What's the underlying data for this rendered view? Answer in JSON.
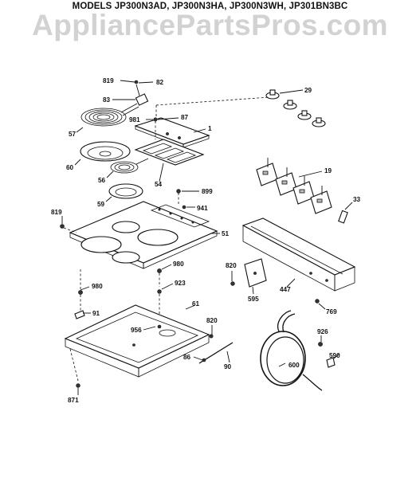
{
  "header": {
    "title": "MODELS JP300N3AD, JP300N3HA, JP300N3WH, JP301BN3BC",
    "watermark": "AppliancePartsPros.com"
  },
  "callouts": {
    "c819a": "819",
    "c82": "82",
    "c83": "83",
    "c57": "57",
    "c981": "981",
    "c87": "87",
    "c1": "1",
    "c29": "29",
    "c60": "60",
    "c19": "19",
    "c56": "56",
    "c54": "54",
    "c899": "899",
    "c59": "59",
    "c33": "33",
    "c941": "941",
    "c819b": "819",
    "c51": "51",
    "c820a": "820",
    "c980a": "980",
    "c980b": "980",
    "c923": "923",
    "c447": "447",
    "c595": "595",
    "c769": "769",
    "c91": "91",
    "c61": "61",
    "c820b": "820",
    "c956": "956",
    "c926": "926",
    "c590": "590",
    "c600": "600",
    "c86": "86",
    "c90": "90",
    "c871": "871"
  }
}
